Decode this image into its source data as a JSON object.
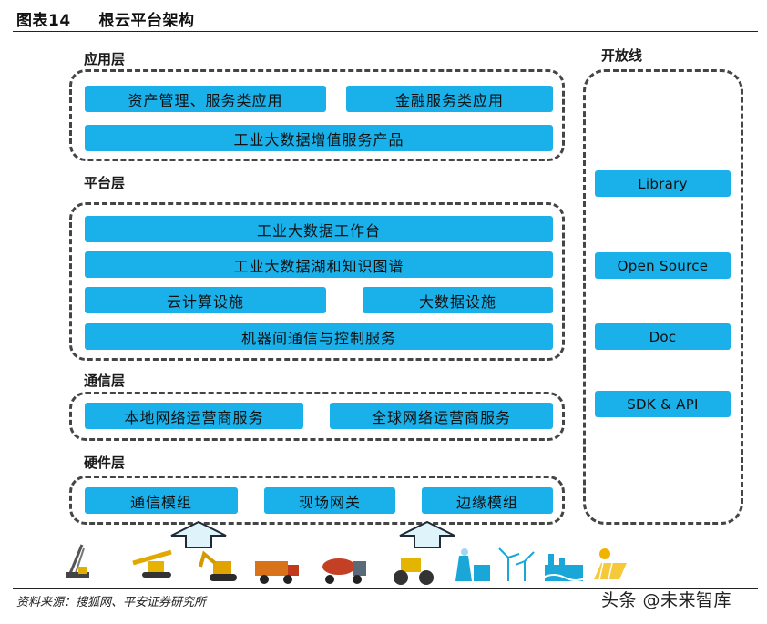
{
  "figure": {
    "label": "图表14",
    "title": "根云平台架构"
  },
  "layers": {
    "app": {
      "title": "应用层",
      "items": [
        "资产管理、服务类应用",
        "金融服务类应用",
        "工业大数据增值服务产品"
      ]
    },
    "platform": {
      "title": "平台层",
      "items": [
        "工业大数据工作台",
        "工业大数据湖和知识图谱",
        "云计算设施",
        "大数据设施",
        "机器间通信与控制服务"
      ]
    },
    "comm": {
      "title": "通信层",
      "items": [
        "本地网络运营商服务",
        "全球网络运营商服务"
      ]
    },
    "hardware": {
      "title": "硬件层",
      "items": [
        "通信模组",
        "现场网关",
        "边缘模组"
      ]
    }
  },
  "open_line": {
    "title": "开放线",
    "items": [
      "Library",
      "Open Source",
      "Doc",
      "SDK & API"
    ]
  },
  "devices": [
    "crane-icon",
    "drill-rig-icon",
    "excavator-icon",
    "pump-truck-icon",
    "concrete-mixer-icon",
    "road-roller-icon",
    "power-plant-icon",
    "wind-turbine-icon",
    "factory-icon",
    "solar-icon"
  ],
  "source": "资料来源：搜狐网、平安证券研究所",
  "watermark": "头条 @未来智库",
  "colors": {
    "bar": "#1ab0ea",
    "arrow": "#dff3fb"
  }
}
